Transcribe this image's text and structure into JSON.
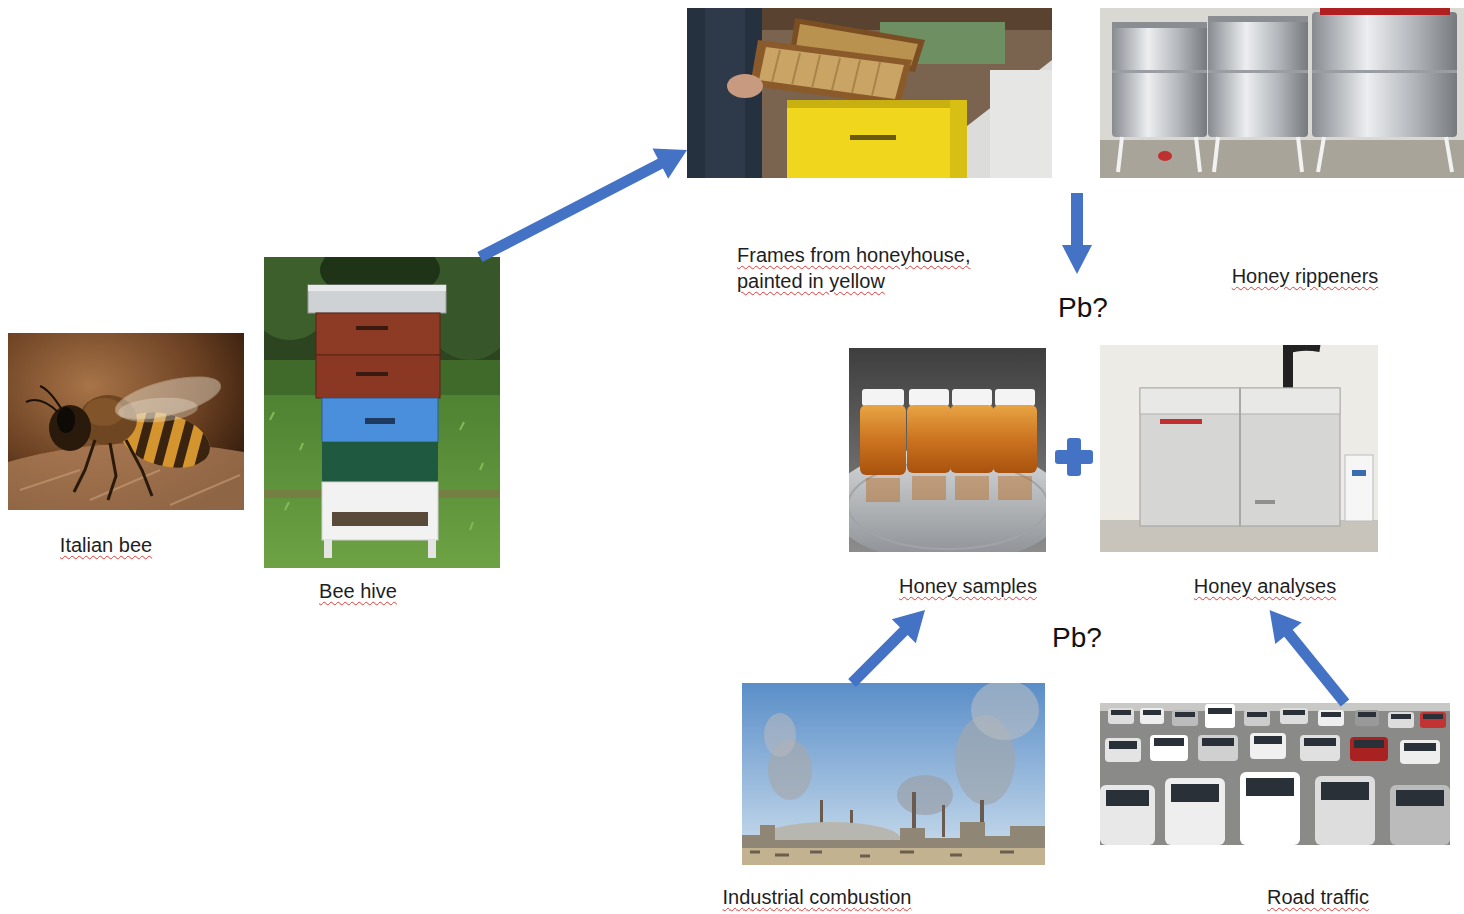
{
  "diagram": {
    "nodes": [
      {
        "text": [
          "Italian bee"
        ]
      },
      {
        "text": [
          "Bee hive"
        ]
      },
      {
        "text": [
          "Frames from honeyhouse, painted in yellow"
        ]
      },
      {
        "text": [
          "Honey rippeners"
        ]
      },
      {
        "text": [
          "Honey samples"
        ]
      },
      {
        "text": [
          "Honey analyses"
        ]
      },
      {
        "text": [
          "Industrial combustion"
        ]
      },
      {
        "text": [
          "Road traffic"
        ]
      }
    ],
    "edges": [
      {
        "from": 1,
        "to": 2,
        "arrow": "to"
      },
      {
        "from": 6,
        "to": 4,
        "arrow": "to"
      },
      {
        "from": 7,
        "to": 5,
        "arrow": "to"
      }
    ],
    "labels": [
      "Pb?",
      "Pb?"
    ]
  }
}
